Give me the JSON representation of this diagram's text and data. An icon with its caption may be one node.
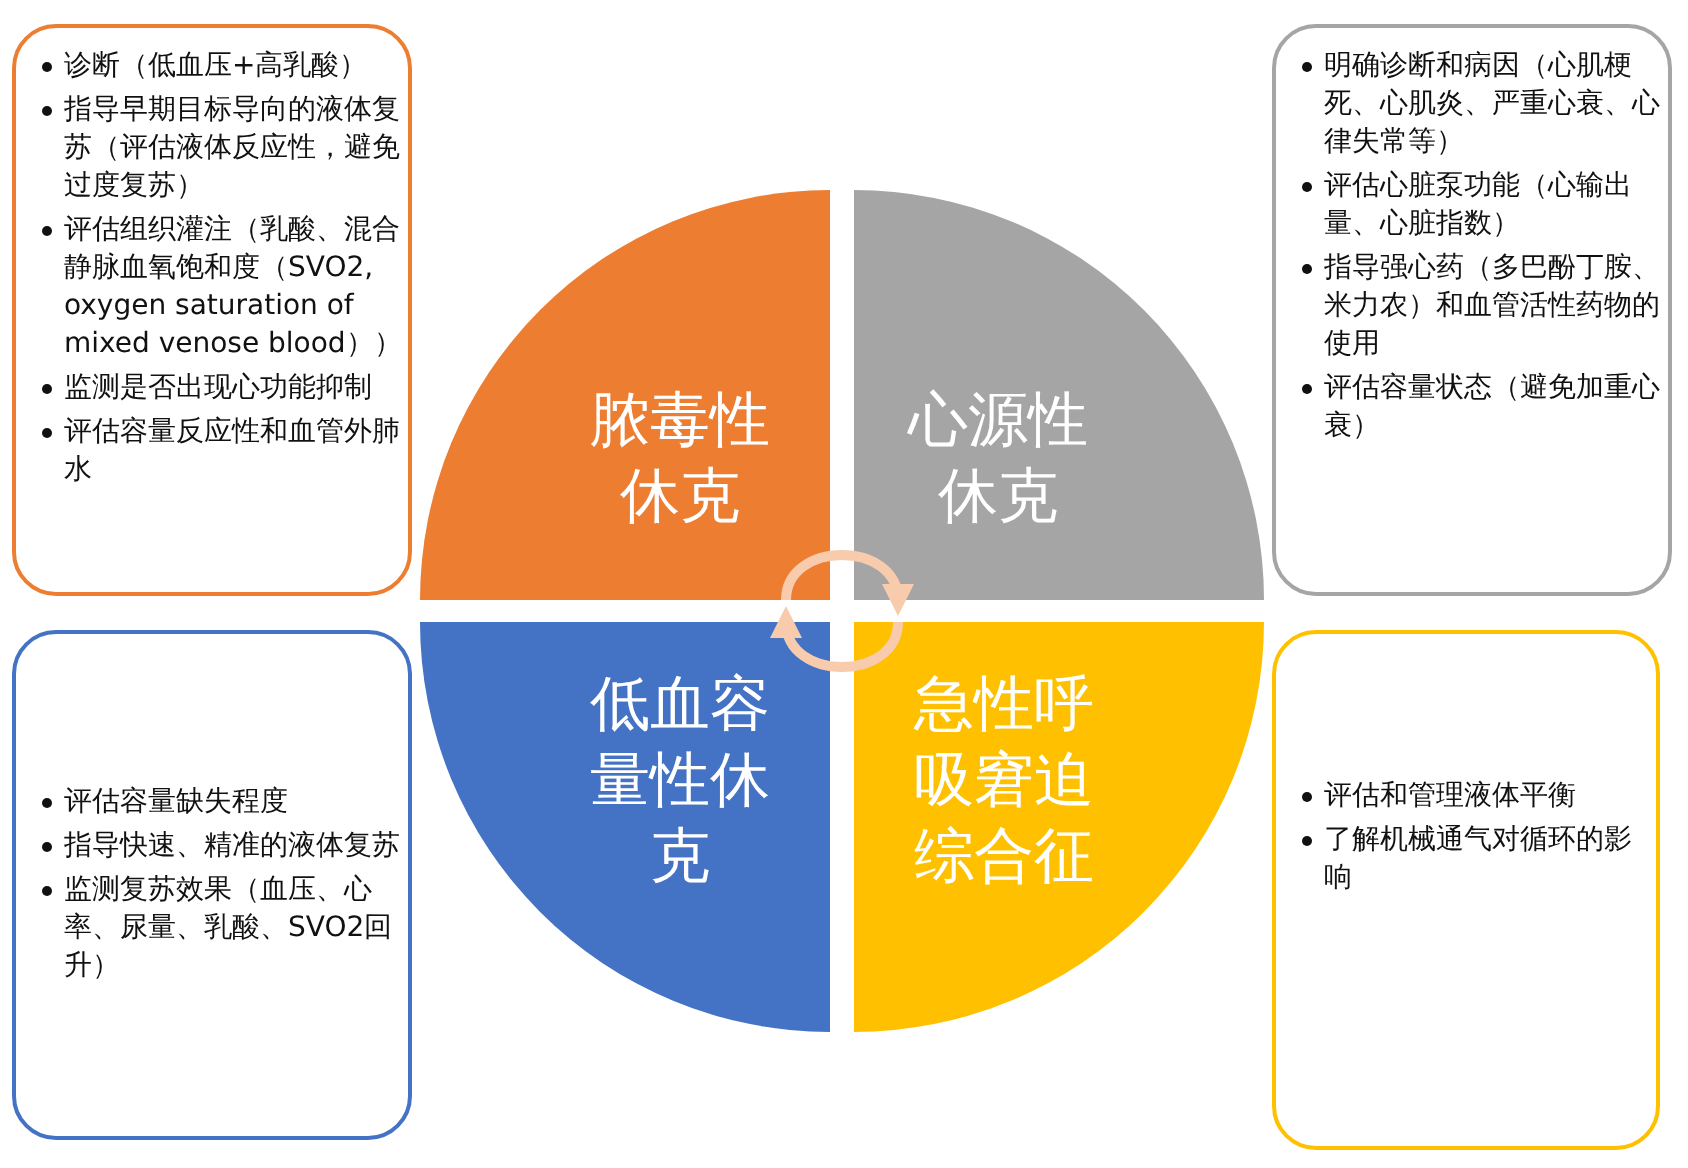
{
  "diagram": {
    "nodes": [
      {
        "text": [
          "脓毒性休克"
        ]
      },
      {
        "text": [
          "心源性休克"
        ]
      },
      {
        "text": [
          "低血容量性休克"
        ]
      },
      {
        "text": [
          "急性呼吸窘迫综合征"
        ]
      },
      {
        "text": [
          "诊断（低血压+高乳酸）",
          "指导早期目标导向的液体复苏（评估液体反应性，避免过度复苏）",
          "评估组织灌注（乳酸、混合静脉血氧饱和度（SVO2, oxygen saturation of mixed venose blood））",
          "监测是否出现心功能抑制",
          "评估容量反应性和血管外肺水"
        ]
      },
      {
        "text": [
          "明确诊断和病因（心肌梗死、心肌炎、严重心衰、心律失常等）",
          "评估心脏泵功能（心输出量、心脏指数）",
          "指导强心药（多巴酚丁胺、米力农）和血管活性药物的使用",
          "评估容量状态（避免加重心衰）"
        ]
      },
      {
        "text": [
          "评估容量缺失程度",
          "指导快速、精准的液体复苏",
          "监测复苏效果（血压、心率、尿量、乳酸、SVO2回升）"
        ]
      },
      {
        "text": [
          "评估和管理液体平衡",
          "了解机械通气对循环的影响"
        ]
      }
    ],
    "edges": [
      {
        "from": 0,
        "to": 1,
        "arrow": "to"
      },
      {
        "from": 3,
        "to": 2,
        "arrow": "to"
      }
    ]
  }
}
